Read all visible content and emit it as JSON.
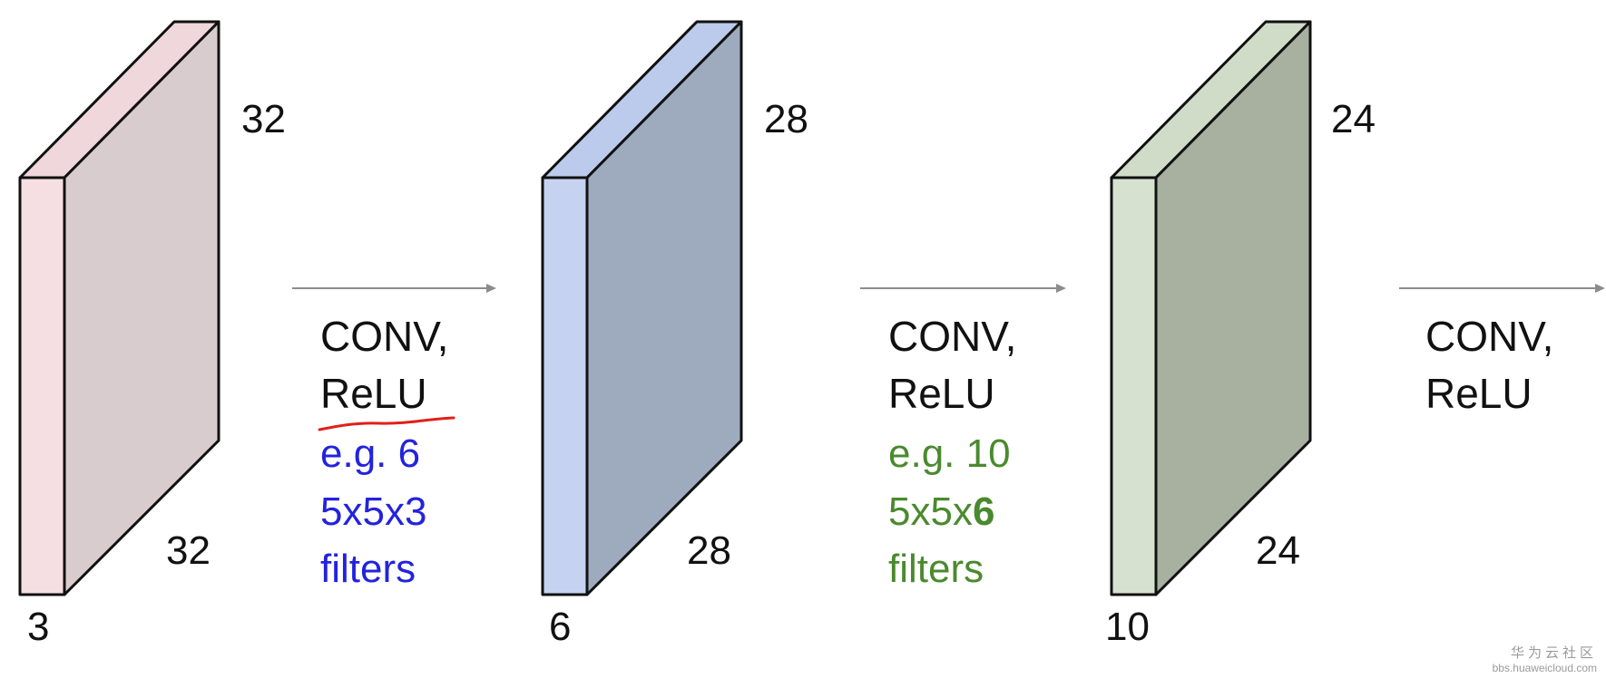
{
  "colors": {
    "block1_front": "#f5dfe3",
    "block1_side": "#d9cccf",
    "block1_top": "#efd7db",
    "block2_front": "#c6d3f0",
    "block2_side": "#9eabbf",
    "block2_top": "#bccbeb",
    "block3_front": "#d6e2cf",
    "block3_side": "#a8b09f",
    "block3_top": "#d0dcc8",
    "note1": "#2323dd",
    "note2": "#4a8a2e",
    "underline": "#e0201a",
    "arrow": "#8c8c8c"
  },
  "volumes": [
    {
      "height": "32",
      "width": "32",
      "depth": "3"
    },
    {
      "height": "28",
      "width": "28",
      "depth": "6"
    },
    {
      "height": "24",
      "width": "24",
      "depth": "10"
    }
  ],
  "ops": [
    {
      "line1": "CONV,",
      "line2": "ReLU",
      "note1": "e.g. 6",
      "note2a": "5x5x",
      "note2b": "3",
      "note3": "filters"
    },
    {
      "line1": "CONV,",
      "line2": "ReLU",
      "note1": "e.g. 10",
      "note2a": "5x5x",
      "note2b": "6",
      "note3": "filters"
    },
    {
      "line1": "CONV,",
      "line2": "ReLU"
    }
  ],
  "watermark": {
    "title": "华为云社区",
    "url": "bbs.huaweicloud.com"
  }
}
